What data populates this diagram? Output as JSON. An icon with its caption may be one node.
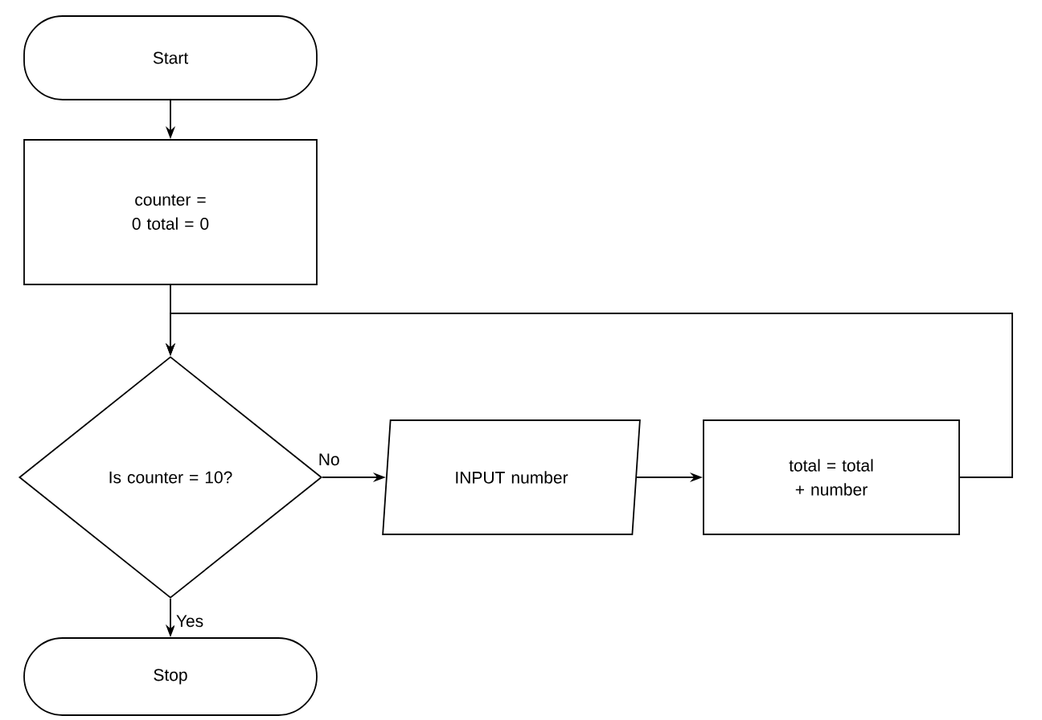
{
  "diagram": {
    "nodes": [
      {
        "text": [
          "Start"
        ]
      },
      {
        "text": [
          "counter = 0 total = 0"
        ]
      },
      {
        "text": [
          "Is counter = 10?"
        ]
      },
      {
        "text": [
          "INPUT number"
        ]
      },
      {
        "text": [
          "total = total + number"
        ]
      },
      {
        "text": [
          "Stop"
        ]
      }
    ],
    "edges": [
      {
        "from": 0,
        "to": 1,
        "arrow": "to"
      },
      {
        "from": 1,
        "to": 2,
        "arrow": "to"
      },
      {
        "from": 2,
        "to": 3,
        "arrow": "to",
        "label": "No"
      },
      {
        "from": 3,
        "to": 4,
        "arrow": "to"
      },
      {
        "from": 4,
        "to": 2,
        "arrow": "to"
      },
      {
        "from": 2,
        "to": 5,
        "arrow": "to",
        "label": "Yes"
      }
    ]
  }
}
